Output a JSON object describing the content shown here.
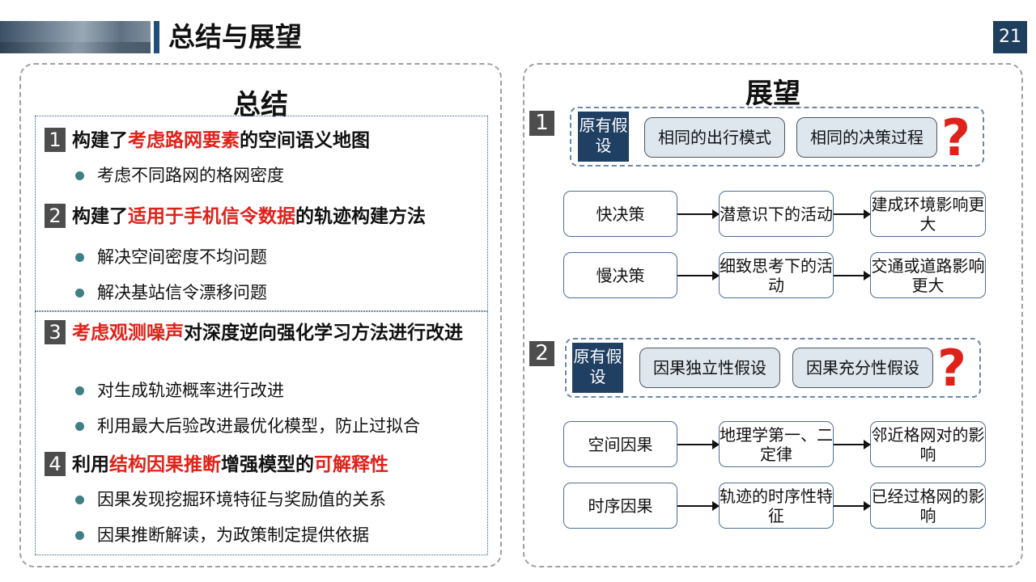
{
  "header": {
    "title": "总结与展望",
    "page_number": "21"
  },
  "summary": {
    "heading": "总结",
    "sections": [
      {
        "num": "1",
        "parts": [
          {
            "t": "构建了",
            "red": false
          },
          {
            "t": "考虑路网要素",
            "red": true
          },
          {
            "t": "的空间语义地图",
            "red": false
          }
        ],
        "bullets": [
          "考虑不同路网的格网密度"
        ]
      },
      {
        "num": "2",
        "parts": [
          {
            "t": "构建了",
            "red": false
          },
          {
            "t": "适用于手机信令数据",
            "red": true
          },
          {
            "t": "的轨迹构建方法",
            "red": false
          }
        ],
        "bullets": [
          "解决空间密度不均问题",
          "解决基站信令漂移问题"
        ]
      },
      {
        "num": "3",
        "parts": [
          {
            "t": "考虑观测噪声",
            "red": true
          },
          {
            "t": "对深度逆向强化学习方法进行改进",
            "red": false
          }
        ],
        "bullets": [
          "对生成轨迹概率进行改进",
          "利用最大后验改进最优化模型，防止过拟合"
        ]
      },
      {
        "num": "4",
        "parts": [
          {
            "t": "利用",
            "red": false
          },
          {
            "t": "结构因果推断",
            "red": true
          },
          {
            "t": "增强模型的",
            "red": false
          },
          {
            "t": "可解释性",
            "red": true
          }
        ],
        "bullets": [
          "因果发现挖掘环境特征与奖励值的关系",
          "因果推断解读，为政策制定提供依据"
        ]
      }
    ]
  },
  "outlook": {
    "heading": "展望",
    "groups": [
      {
        "num": "1",
        "original_label": "原有假设",
        "assumptions": [
          "相同的出行模式",
          "相同的决策过程"
        ],
        "question_mark": "?",
        "rows": [
          [
            "快决策",
            "潜意识下的活动",
            "建成环境影响更大"
          ],
          [
            "慢决策",
            "细致思考下的活动",
            "交通或道路影响更大"
          ]
        ]
      },
      {
        "num": "2",
        "original_label": "原有假设",
        "assumptions": [
          "因果独立性假设",
          "因果充分性假设"
        ],
        "question_mark": "?",
        "rows": [
          [
            "空间因果",
            "地理学第一、二定律",
            "邻近格网对的影响"
          ],
          [
            "时序因果",
            "轨迹的时序性特征",
            "已经过格网的影响"
          ]
        ]
      }
    ]
  },
  "colors": {
    "accent_red": "#e0211a",
    "title_bar": "#1f4e79",
    "dark_blue": "#1f3f63",
    "bullet_dot": "#3f7f86"
  }
}
